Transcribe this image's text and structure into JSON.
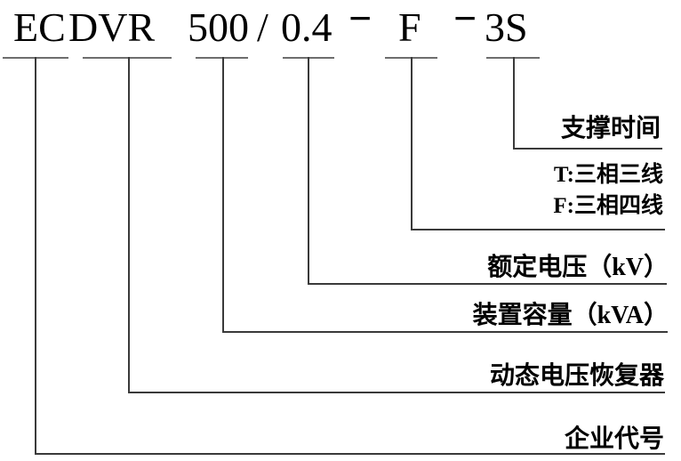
{
  "model": {
    "company": "EC",
    "product": "DVR",
    "capacity": "500",
    "slash": "/",
    "voltage": "0.4",
    "dash1": "−",
    "wiring": "F",
    "dash2": "−",
    "time": "3S"
  },
  "annotations": {
    "support_time": "支撑时间",
    "wiring_t": "T:三相三线",
    "wiring_f": "F:三相四线",
    "rated_voltage": "额定电压（kV）",
    "device_capacity": "装置容量（kVA）",
    "product_name": "动态电压恢复器",
    "company_code": "企业代号"
  },
  "colors": {
    "text": "#000000",
    "connector_line": "#3a3a3a",
    "tick_line": "#6e6e6e",
    "background": "#ffffff"
  }
}
